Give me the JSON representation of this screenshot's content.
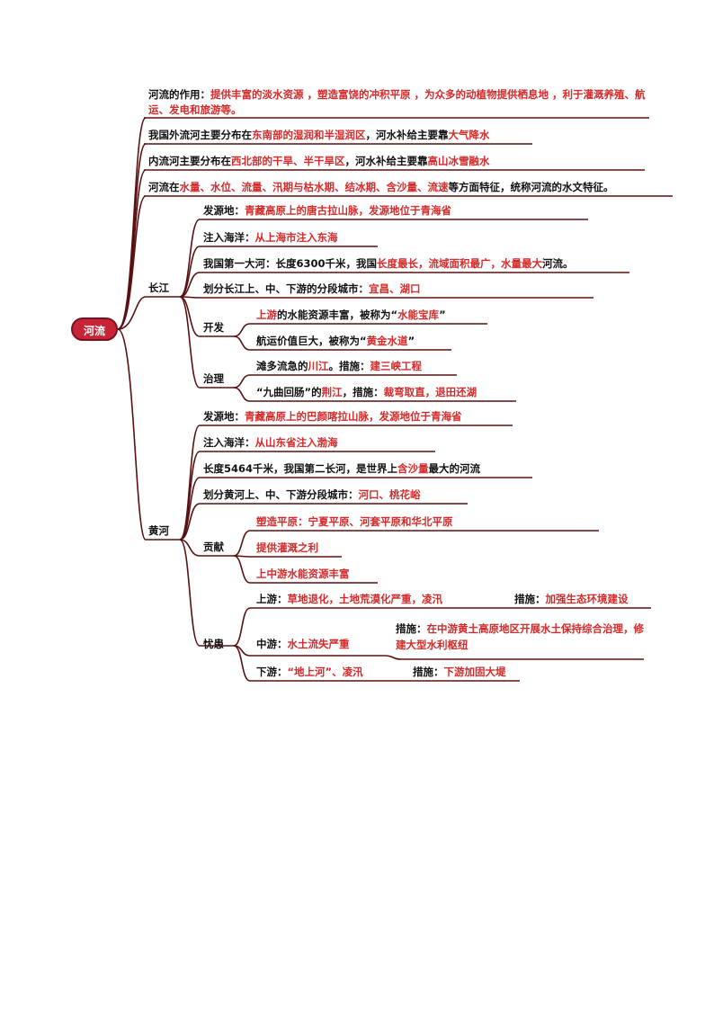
{
  "root": "河流",
  "top": [
    {
      "segs": [
        {
          "t": "河流的作用：",
          "c": "k"
        },
        {
          "t": "提供丰富的淡水资源 ，塑造富饶的冲积平原 ，为众多的动植物提供栖息地 ，利于灌溉养殖、航运、发电和旅游等。",
          "c": "r"
        }
      ]
    },
    {
      "segs": [
        {
          "t": "我国外流河主要分布在",
          "c": "k"
        },
        {
          "t": "东南部的湿润和半湿润区",
          "c": "r"
        },
        {
          "t": "，河水补给主要靠",
          "c": "k"
        },
        {
          "t": "大气降水",
          "c": "r"
        }
      ]
    },
    {
      "segs": [
        {
          "t": "内流河主要分布在",
          "c": "k"
        },
        {
          "t": "西北部的干旱、半干旱区",
          "c": "r"
        },
        {
          "t": "，河水补给主要靠",
          "c": "k"
        },
        {
          "t": "高山冰雪融水",
          "c": "r"
        }
      ]
    },
    {
      "segs": [
        {
          "t": "河流在",
          "c": "k"
        },
        {
          "t": "水量、水位、流量、汛期与枯水期、结冰期、含沙量、流速",
          "c": "r"
        },
        {
          "t": "等方面特征，统称河流的水文特征。",
          "c": "k"
        }
      ]
    }
  ],
  "changjiang": {
    "label": "长江",
    "items": [
      {
        "segs": [
          {
            "t": "发源地：",
            "c": "k"
          },
          {
            "t": "青藏高原上的唐古拉山脉，发源地位于青海省",
            "c": "r"
          }
        ]
      },
      {
        "segs": [
          {
            "t": "注入海洋：",
            "c": "k"
          },
          {
            "t": "从上海市注入东海",
            "c": "r"
          }
        ]
      },
      {
        "segs": [
          {
            "t": "我国第一大河：长度6300千米，我国",
            "c": "k"
          },
          {
            "t": "长度最长，流域面积最广，水量最大",
            "c": "r"
          },
          {
            "t": "河流。",
            "c": "k"
          }
        ]
      },
      {
        "segs": [
          {
            "t": "划分长江上、中、下游的分段城市：",
            "c": "k"
          },
          {
            "t": "宜昌、湖口",
            "c": "r"
          }
        ]
      }
    ],
    "kaifa": {
      "label": "开发",
      "items": [
        {
          "segs": [
            {
              "t": "上游",
              "c": "r"
            },
            {
              "t": "的水能资源丰富，被称为“",
              "c": "k"
            },
            {
              "t": "水能宝库",
              "c": "r"
            },
            {
              "t": "”",
              "c": "k"
            }
          ]
        },
        {
          "segs": [
            {
              "t": "航运价值巨大，被称为“",
              "c": "k"
            },
            {
              "t": "黄金水道",
              "c": "r"
            },
            {
              "t": "”",
              "c": "k"
            }
          ]
        }
      ]
    },
    "zhili": {
      "label": "治理",
      "items": [
        {
          "segs": [
            {
              "t": "滩多流急的",
              "c": "k"
            },
            {
              "t": "川江",
              "c": "r"
            },
            {
              "t": "。措施：",
              "c": "k"
            },
            {
              "t": "建三峡工程",
              "c": "r"
            }
          ]
        },
        {
          "segs": [
            {
              "t": "“九曲回肠”的",
              "c": "k"
            },
            {
              "t": "荆江",
              "c": "r"
            },
            {
              "t": "，措施：",
              "c": "k"
            },
            {
              "t": "裁弯取直，退田还湖",
              "c": "r"
            }
          ]
        }
      ]
    }
  },
  "huanghe": {
    "label": "黄河",
    "items": [
      {
        "segs": [
          {
            "t": "发源地：",
            "c": "k"
          },
          {
            "t": "青藏高原上的巴颜喀拉山脉，发源地位于青海省",
            "c": "r"
          }
        ]
      },
      {
        "segs": [
          {
            "t": "注入海洋：",
            "c": "k"
          },
          {
            "t": "从山东省注入渤海",
            "c": "r"
          }
        ]
      },
      {
        "segs": [
          {
            "t": "长度5464千米，我国第二长河，是世界上",
            "c": "k"
          },
          {
            "t": "含沙量",
            "c": "r"
          },
          {
            "t": "最大的河流",
            "c": "k"
          }
        ]
      },
      {
        "segs": [
          {
            "t": "划分黄河上、中、下游分段城市：",
            "c": "k"
          },
          {
            "t": "河口、桃花峪",
            "c": "r"
          }
        ]
      }
    ],
    "gongxian": {
      "label": "贡献",
      "items": [
        {
          "segs": [
            {
              "t": "塑造平原：宁夏平原、河套平原和华北平原",
              "c": "r"
            }
          ]
        },
        {
          "segs": [
            {
              "t": "提供灌溉之利",
              "c": "r"
            }
          ]
        },
        {
          "segs": [
            {
              "t": "上中游水能资源丰富",
              "c": "r"
            }
          ]
        }
      ]
    },
    "youhuan": {
      "label": "忧患",
      "items": [
        {
          "segs": [
            {
              "t": "上游：",
              "c": "k"
            },
            {
              "t": "草地退化，土地荒漠化严重，凌汛",
              "c": "r"
            }
          ],
          "measure": [
            {
              "t": "措施：",
              "c": "k"
            },
            {
              "t": "加强生态环境建设",
              "c": "r"
            }
          ]
        },
        {
          "segs": [
            {
              "t": "中游：",
              "c": "k"
            },
            {
              "t": "水土流失严重",
              "c": "r"
            }
          ],
          "measure": [
            {
              "t": "措施：",
              "c": "k"
            },
            {
              "t": "在中游黄土高原地区开展水土保持综合治理，修建大型水利枢纽",
              "c": "r"
            }
          ]
        },
        {
          "segs": [
            {
              "t": "下游：",
              "c": "k"
            },
            {
              "t": "“地上河”、凌汛",
              "c": "r"
            }
          ],
          "measure": [
            {
              "t": "措施：",
              "c": "k"
            },
            {
              "t": "下游加固大堤",
              "c": "r"
            }
          ]
        }
      ]
    }
  }
}
